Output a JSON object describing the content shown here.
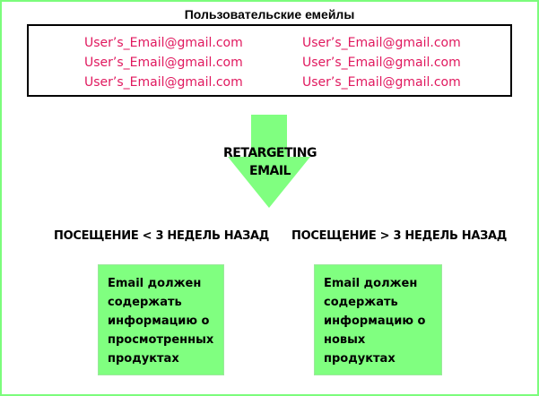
{
  "header": {
    "title": "Пользовательские емейлы"
  },
  "emails": {
    "left": [
      "User’s_Email@gmail.com",
      "User’s_Email@gmail.com",
      "User’s_Email@gmail.com"
    ],
    "right": [
      "User’s_Email@gmail.com",
      "User’s_Email@gmail.com",
      "User’s_Email@gmail.com"
    ]
  },
  "arrow": {
    "line1": "RETARGETING",
    "line2": "EMAIL"
  },
  "branches": {
    "left": {
      "label": "ПОСЕЩЕНИЕ < 3 НЕДЕЛЬ НАЗАД",
      "text": "Email должен содержать информацию о просмотренных продуктах"
    },
    "right": {
      "label": "ПОСЕЩЕНИЕ > 3 НЕДЕЛЬ НАЗАД",
      "text": "Email должен содержать информацию о новых продуктах"
    }
  },
  "colors": {
    "frame": "#7CFC7C",
    "arrow": "#80FF80",
    "card": "#80FF80",
    "email_text": "#E0185E"
  }
}
